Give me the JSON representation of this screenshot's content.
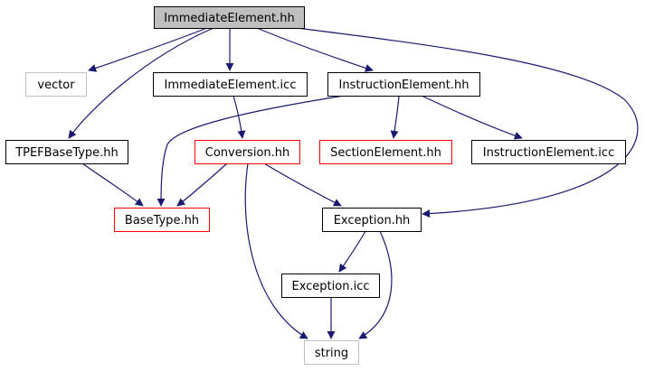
{
  "nodes": [
    {
      "id": "immediate_hh",
      "label": "ImmediateElement.hh",
      "border": "#000000",
      "fill": "#bfbfbf"
    },
    {
      "id": "vector",
      "label": "vector",
      "border": "#bfbfbf",
      "fill": "#ffffff"
    },
    {
      "id": "immediate_icc",
      "label": "ImmediateElement.icc",
      "border": "#000000",
      "fill": "#ffffff"
    },
    {
      "id": "instruction_hh",
      "label": "InstructionElement.hh",
      "border": "#000000",
      "fill": "#ffffff"
    },
    {
      "id": "tpef",
      "label": "TPEFBaseType.hh",
      "border": "#000000",
      "fill": "#ffffff"
    },
    {
      "id": "conversion",
      "label": "Conversion.hh",
      "border": "#ff0000",
      "fill": "#ffffff"
    },
    {
      "id": "section",
      "label": "SectionElement.hh",
      "border": "#ff0000",
      "fill": "#ffffff"
    },
    {
      "id": "instruction_icc",
      "label": "InstructionElement.icc",
      "border": "#000000",
      "fill": "#ffffff"
    },
    {
      "id": "basetype",
      "label": "BaseType.hh",
      "border": "#ff0000",
      "fill": "#ffffff"
    },
    {
      "id": "exception_hh",
      "label": "Exception.hh",
      "border": "#000000",
      "fill": "#ffffff"
    },
    {
      "id": "exception_icc",
      "label": "Exception.icc",
      "border": "#000000",
      "fill": "#ffffff"
    },
    {
      "id": "string",
      "label": "string",
      "border": "#bfbfbf",
      "fill": "#ffffff"
    }
  ],
  "edges": [
    {
      "from": "immediate_hh",
      "to": "vector"
    },
    {
      "from": "immediate_hh",
      "to": "immediate_icc"
    },
    {
      "from": "immediate_hh",
      "to": "instruction_hh"
    },
    {
      "from": "immediate_hh",
      "to": "tpef"
    },
    {
      "from": "immediate_hh",
      "to": "exception_hh"
    },
    {
      "from": "immediate_icc",
      "to": "conversion"
    },
    {
      "from": "instruction_hh",
      "to": "basetype"
    },
    {
      "from": "instruction_hh",
      "to": "section"
    },
    {
      "from": "instruction_hh",
      "to": "instruction_icc"
    },
    {
      "from": "tpef",
      "to": "basetype"
    },
    {
      "from": "conversion",
      "to": "basetype"
    },
    {
      "from": "conversion",
      "to": "exception_hh"
    },
    {
      "from": "conversion",
      "to": "string"
    },
    {
      "from": "exception_hh",
      "to": "exception_icc"
    },
    {
      "from": "exception_hh",
      "to": "string"
    },
    {
      "from": "exception_icc",
      "to": "string"
    }
  ],
  "colors": {
    "edge": "#191970"
  }
}
